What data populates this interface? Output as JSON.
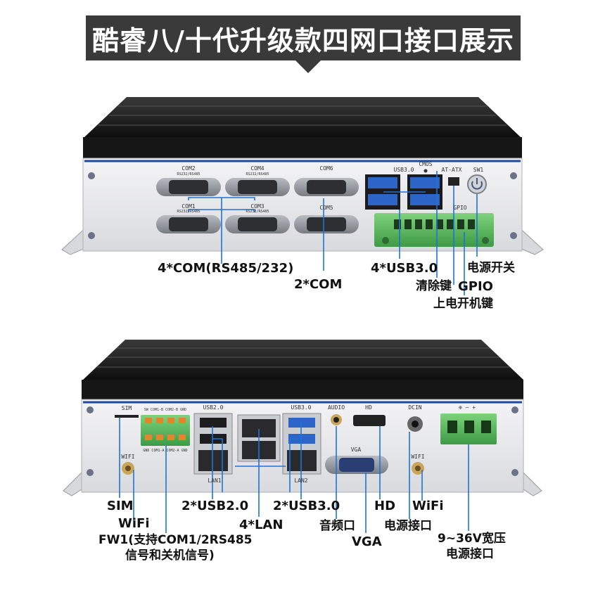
{
  "banner": {
    "title": "酷睿八/十代升级款四网口接口展示"
  },
  "top_panel": {
    "port_labels": {
      "com2": "COM2",
      "com2_sub": "RS232/RS485",
      "com4": "COM4",
      "com4_sub": "RS232/RS485",
      "com1": "COM1",
      "com1_sub": "RS232/RS485",
      "com3": "COM3",
      "com3_sub": "RS232/RS485",
      "com6": "COM6",
      "com5": "COM5",
      "usb": "USB3.0",
      "cmos": "CMOS",
      "atatx": "AT-ATX",
      "sw": "SW1",
      "gpio": "GPIO"
    },
    "callouts": {
      "com4x": "4*COM(RS485/232)",
      "com2x": "2*COM",
      "usb": "4*USB3.0",
      "clear": "清除键",
      "gpio": "GPIO",
      "poweron": "上电开机键",
      "power_switch": "电源开关"
    }
  },
  "bottom_panel": {
    "port_labels": {
      "sim": "SIM",
      "sw": "SW COM1-B COM2-B GND",
      "gnd": "GND COM1-A COM2-A GND",
      "usb2": "USB2.0",
      "usb3": "USB3.0",
      "audio": "AUDIO",
      "hd": "HD",
      "dcin": "DCIN",
      "vga": "VGA",
      "lan1": "LAN1",
      "lan2": "LAN2",
      "wifi_left": "WIFI",
      "wifi_right": "WIFI",
      "polarity": "⊕ — +"
    },
    "callouts": {
      "sim": "SIM",
      "wifi_left": "WiFi",
      "fw1": "FW1(支持COM1/2RS485",
      "fw1_line2": "信号和关机信号)",
      "usb2x": "2*USB2.0",
      "lan4x": "4*LAN",
      "usb3x": "2*USB3.0",
      "audio": "音频口",
      "vga": "VGA",
      "hd": "HD",
      "dc": "电源接口",
      "wifi_right": "WiFi",
      "wide_voltage": "9~36V宽压",
      "wide_voltage_line2": "电源接口"
    }
  }
}
